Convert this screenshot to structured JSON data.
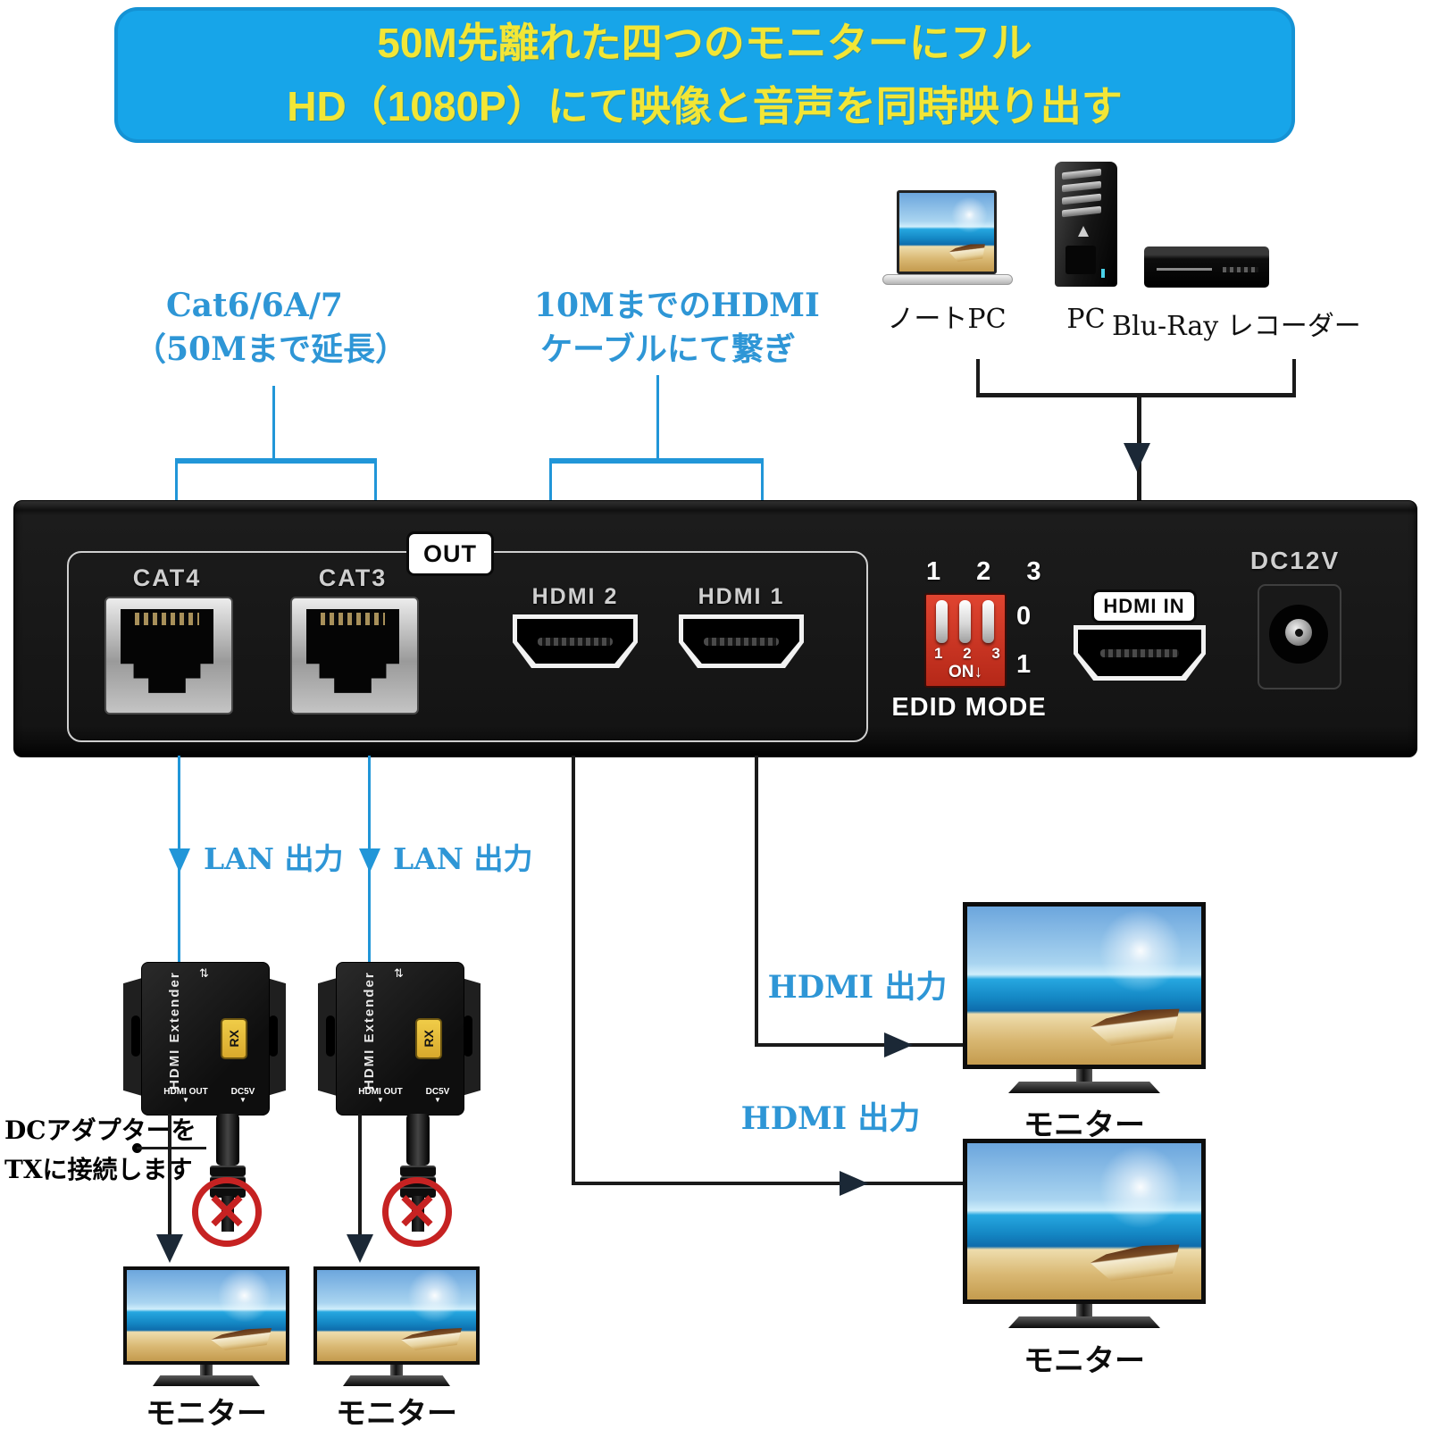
{
  "banner": {
    "line1": "50M先離れた四つのモニターにフル",
    "line2": "HD（1080P）にて映像と音声を同時映り出す"
  },
  "callouts": {
    "cat_line1": "Cat6/6A/7",
    "cat_line2": "（50Mまで延長）",
    "hdmi_cable_line1": "10MまでのHDMI",
    "hdmi_cable_line2": "ケーブルにて繋ぎ",
    "lan_out_left": "LAN 出力",
    "lan_out_right": "LAN 出力",
    "hdmi_out_upper": "HDMI 出力",
    "hdmi_out_lower": "HDMI 出力",
    "dc_note_line1": "DCアダプターを",
    "dc_note_line2": "TXに接続します"
  },
  "sources": {
    "laptop_label": "ノートPC",
    "pc_label": "PC",
    "bluray_label": "Blu-Ray レコーダー"
  },
  "device": {
    "cat4_label": "CAT4",
    "cat3_label": "CAT3",
    "out_tag": "OUT",
    "hdmi2_label": "HDMI 2",
    "hdmi1_label": "HDMI 1",
    "dip_top_numbers": "1 2 3",
    "dip_zero": "0",
    "dip_one": "1",
    "dip_row_numbers": "1 2 3",
    "dip_on": "ON↓",
    "edid_label": "EDID MODE",
    "hdmi_in_tag": "HDMI IN",
    "power_label": "DC12V"
  },
  "extender": {
    "name": "HDMI Extender",
    "badge": "RX",
    "hdmi_out_port": "HDMI OUT",
    "dc_port": "DC5V"
  },
  "monitors": {
    "label1": "モニター",
    "label2": "モニター",
    "label3": "モニター",
    "label4": "モニター"
  },
  "icons": {
    "no_power": "✕",
    "port_arrow": "▼",
    "extender_arrow": "⇅"
  },
  "colors": {
    "banner_blue": "#17a5e9",
    "banner_yellow": "#f2e636",
    "accent_blue": "#2e96d6",
    "warning_red": "#c62222"
  }
}
